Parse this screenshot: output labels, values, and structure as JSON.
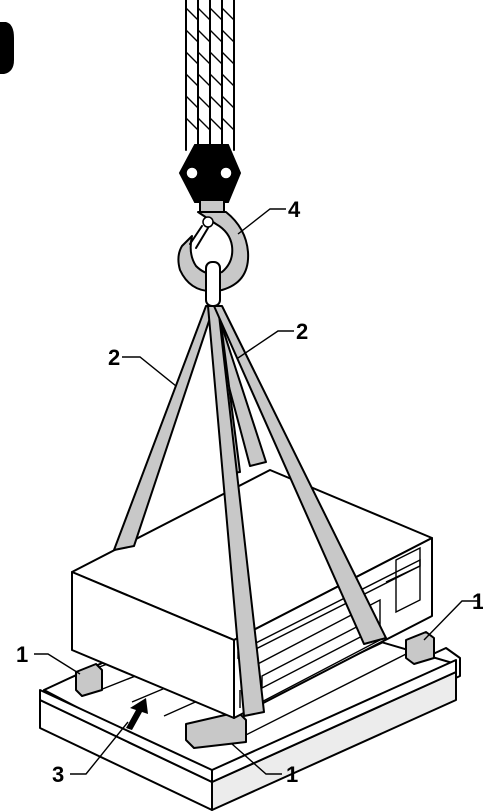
{
  "callouts": {
    "foot_pad": "1",
    "sling": "2",
    "pallet": "3",
    "hook": "4"
  },
  "colors": {
    "ink": "#000000",
    "strap_fill": "#c8c8c8",
    "background": "#ffffff"
  }
}
